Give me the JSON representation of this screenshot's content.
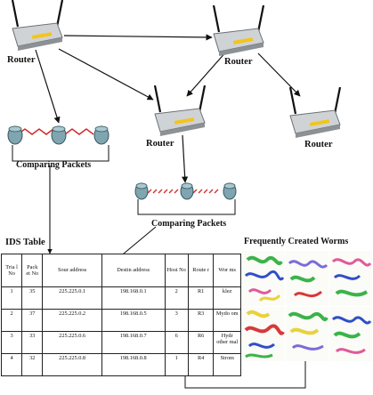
{
  "routers": [
    {
      "id": "r1",
      "label": "Router"
    },
    {
      "id": "r2",
      "label": "Router"
    },
    {
      "id": "r3",
      "label": "Router"
    },
    {
      "id": "r4",
      "label": "Router"
    }
  ],
  "comparisons": [
    {
      "id": "c1",
      "label": "Comparing Packets"
    },
    {
      "id": "c2",
      "label": "Comparing Packets"
    }
  ],
  "ids_table": {
    "title": "IDS Table",
    "headers": [
      "Tria l No",
      "Pack et No",
      "Sour address",
      "Destin address",
      "Host No",
      "Route r",
      "Wor ms"
    ],
    "rows": [
      [
        "1",
        "35",
        "225.225.0.1",
        "198.168.0.1",
        "2",
        "R1",
        "klez"
      ],
      [
        "2",
        "37",
        "225.225.0.2",
        "198.168.0.5",
        "3",
        "R3",
        "Mydo om"
      ],
      [
        "3",
        "33",
        "225.225.0.6",
        "198.168.0.7",
        "6",
        "R6",
        "Hydr other mal"
      ],
      [
        "4",
        "32",
        "225.225.0.8",
        "198.168.0.8",
        "1",
        "R4",
        "Strom"
      ]
    ]
  },
  "worms": {
    "title": "Frequently Created Worms",
    "panel_count": 6
  },
  "colors": {
    "router_body": "#cfd3d6",
    "router_ports": "#f3c51b",
    "link_red": "#d22a2a",
    "switch_teal": "#7fa5b0",
    "arrow": "#111111"
  }
}
